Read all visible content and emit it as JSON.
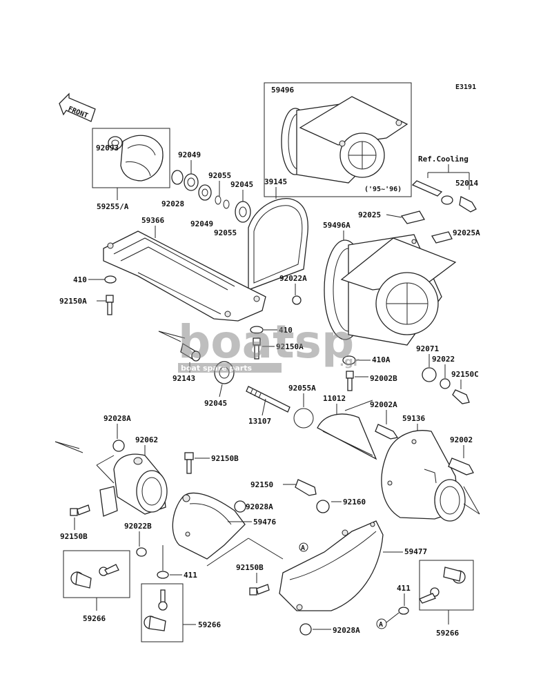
{
  "diagram_id": "E3191",
  "front_label": "FRONT",
  "ref_label": "Ref.Cooling",
  "year_note": "('95~'96)",
  "circle_marker": "A",
  "watermark": {
    "main": "boatsp",
    "suffix": ".gr",
    "tagline": "boat spare parts",
    "color": "#8a8a8a"
  },
  "parts": {
    "p59496": "59496",
    "p92093": "92093",
    "p59255A": "59255/A",
    "p92049a": "92049",
    "p92028": "92028",
    "p92055a": "92055",
    "p92045a": "92045",
    "p92049b": "92049",
    "p92055b": "92055",
    "p39145": "39145",
    "p52014": "52014",
    "p92025": "92025",
    "p59496A": "59496A",
    "p92025A": "92025A",
    "p59366": "59366",
    "p410a": "410",
    "p92150Aa": "92150A",
    "p92022Aa": "92022A",
    "p410b": "410",
    "p92150Ab": "92150A",
    "p410A": "410A",
    "p92071": "92071",
    "p92022": "92022",
    "p92150C": "92150C",
    "p92143": "92143",
    "p92045b": "92045",
    "p92055A": "92055A",
    "p92002B": "92002B",
    "p11012": "11012",
    "p92002A": "92002A",
    "p59136": "59136",
    "p13107": "13107",
    "p92028Aa": "92028A",
    "p92062": "92062",
    "p92150Ba": "92150B",
    "p92002": "92002",
    "p92150": "92150",
    "p92160": "92160",
    "p92028Ab": "92028A",
    "p59476": "59476",
    "p92150Bb": "92150B",
    "p92022B": "92022B",
    "p59477": "59477",
    "p411a": "411",
    "p92150Bc": "92150B",
    "p411b": "411",
    "p59266a": "59266",
    "p59266b": "59266",
    "p92028Ac": "92028A",
    "p59266c": "59266"
  }
}
